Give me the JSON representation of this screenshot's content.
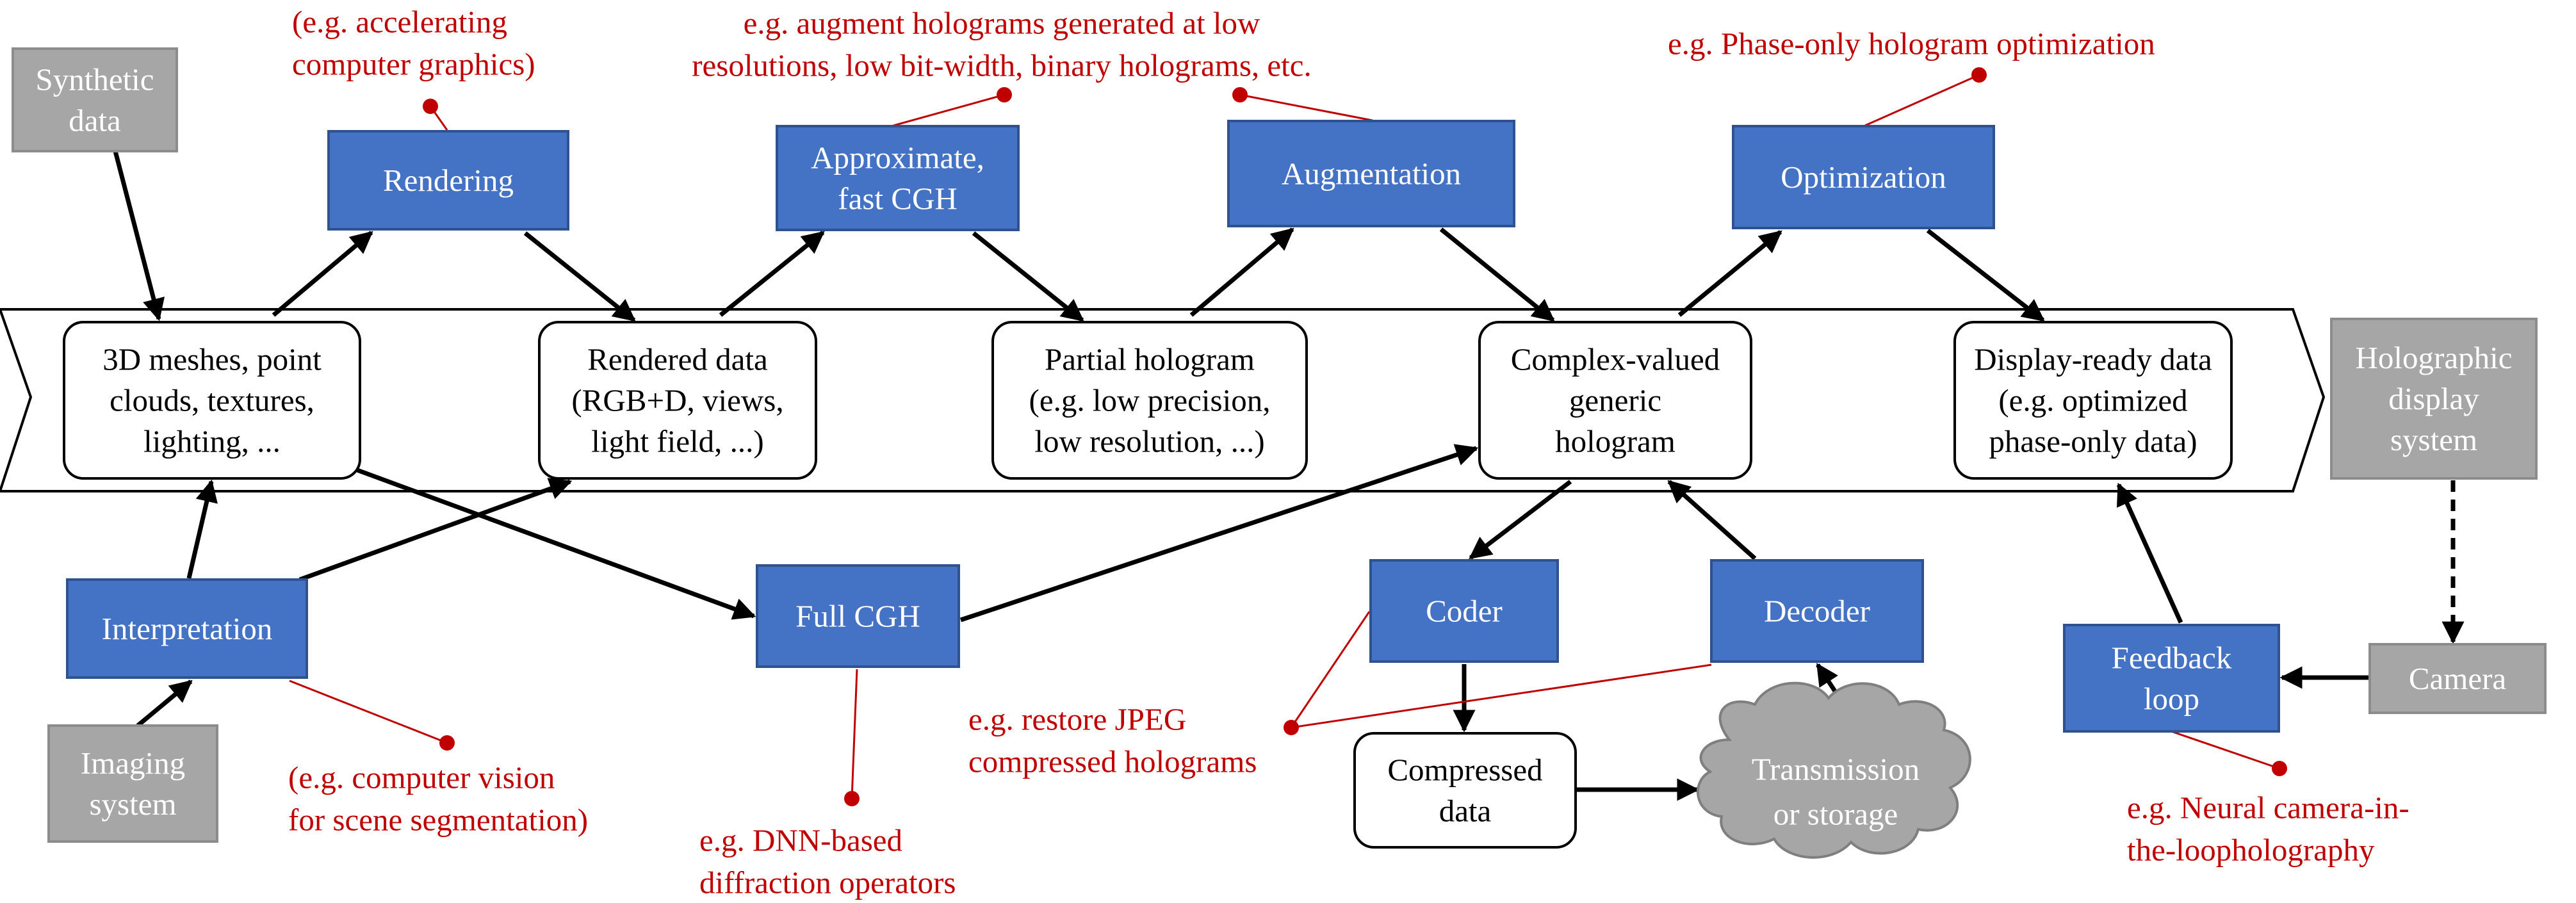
{
  "colors": {
    "blue": "#4472c4",
    "gray": "#a6a6a6",
    "red": "#c00000",
    "black": "#000000",
    "white": "#ffffff"
  },
  "pipeline": {
    "meshes": [
      "3D meshes, point",
      "clouds, textures,",
      "lighting, ..."
    ],
    "rendered": [
      "Rendered data",
      "(RGB+D, views,",
      "light field, ...)"
    ],
    "partial": [
      "Partial hologram",
      "(e.g. low precision,",
      "low resolution, ...)"
    ],
    "complex": [
      "Complex-valued",
      "generic",
      "hologram"
    ],
    "display_ready": [
      "Display-ready data",
      "(e.g. optimized",
      "phase-only data)"
    ]
  },
  "modules": {
    "rendering": [
      "Rendering"
    ],
    "approx_cgh": [
      "Approximate,",
      "fast CGH"
    ],
    "augmentation": [
      "Augmentation"
    ],
    "optimization": [
      "Optimization"
    ],
    "interpretation": [
      "Interpretation"
    ],
    "full_cgh": [
      "Full CGH"
    ],
    "coder": [
      "Coder"
    ],
    "decoder": [
      "Decoder"
    ],
    "feedback": [
      "Feedback",
      "loop"
    ]
  },
  "external": {
    "synthetic": [
      "Synthetic",
      "data"
    ],
    "imaging": [
      "Imaging",
      "system"
    ],
    "holo_display": [
      "Holographic",
      "display",
      "system"
    ],
    "camera": [
      "Camera"
    ],
    "transmission": [
      "Transmission",
      "or storage"
    ],
    "compressed": [
      "Compressed",
      "data"
    ]
  },
  "annotations": {
    "rendering": [
      "(e.g. accelerating",
      "computer graphics)"
    ],
    "augment": [
      "e.g. augment holograms generated at low",
      "resolutions, low bit-width, binary holograms, etc."
    ],
    "optimization": [
      "e.g. Phase-only hologram optimization"
    ],
    "interpretation": [
      "(e.g. computer vision",
      "for scene segmentation)"
    ],
    "full_cgh": [
      "e.g. DNN-based",
      "diffraction operators"
    ],
    "jpeg": [
      "e.g. restore JPEG",
      "compressed holograms"
    ],
    "camera_loop": [
      "e.g. Neural camera-in-",
      "the-loopholography"
    ]
  }
}
